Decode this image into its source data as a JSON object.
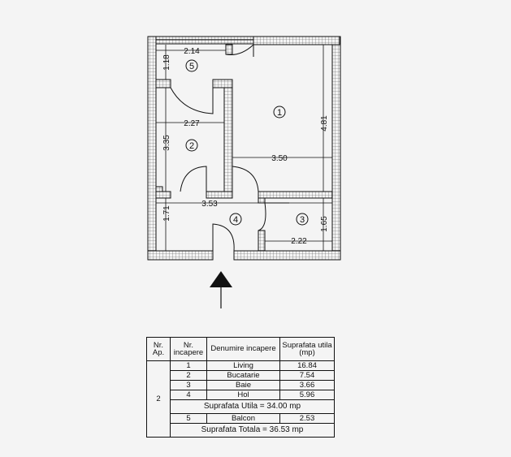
{
  "plan": {
    "dimensions": {
      "balcon_width": "2.14",
      "balcon_height": "1.18",
      "bucatarie_width": "2.27",
      "bucatarie_height": "3.35",
      "living_width": "3.50",
      "living_height": "4.81",
      "hol_width": "3.53",
      "hol_height": "1.71",
      "baie_width": "2.22",
      "baie_height": "1.65"
    },
    "room_numbers": [
      "1",
      "2",
      "3",
      "4",
      "5"
    ]
  },
  "table": {
    "headers": {
      "nr_ap": "Nr. Ap.",
      "nr_incapere": "Nr. incapere",
      "denumire": "Denumire incapere",
      "suprafata": "Suprafata utila (mp)"
    },
    "apartment": "2",
    "rows": [
      {
        "nr": "1",
        "name": "Living",
        "area": "16.84"
      },
      {
        "nr": "2",
        "name": "Bucatarie",
        "area": "7.54"
      },
      {
        "nr": "3",
        "name": "Baie",
        "area": "3.66"
      },
      {
        "nr": "4",
        "name": "Hol",
        "area": "5.96"
      }
    ],
    "suprafata_utila": "Suprafata Utila =  34.00  mp",
    "balcon": {
      "nr": "5",
      "name": "Balcon",
      "area": "2.53"
    },
    "suprafata_totala": "Suprafata Totala =  36.53  mp"
  }
}
